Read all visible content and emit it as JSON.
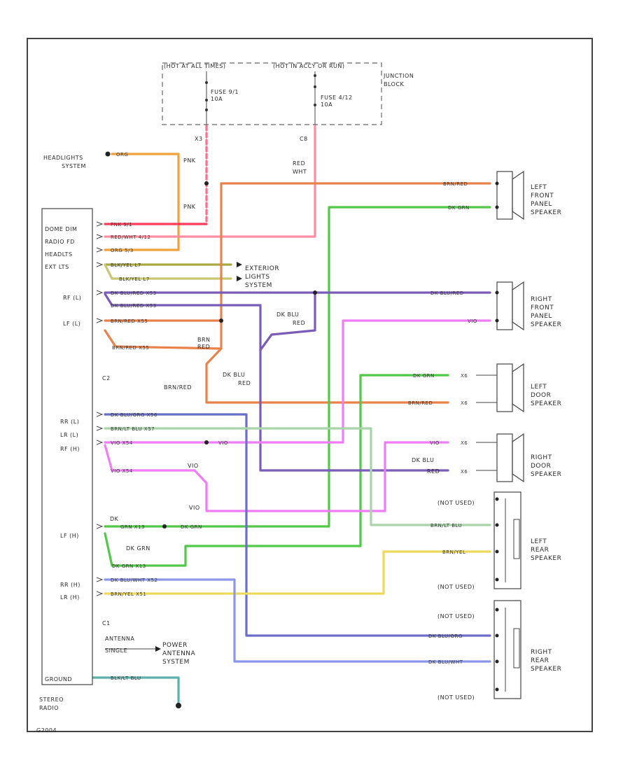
{
  "labels": {
    "junction_block": [
      "JUNCTION",
      "BLOCK"
    ],
    "junction_hot_left": "(HOT AT ALL TIMES)",
    "junction_hot_right": "(HOT IN ACCY OR RUN)",
    "fuse_left": [
      "FUSE 9/1",
      "10A"
    ],
    "fuse_right": [
      "FUSE 4/12",
      "10A"
    ],
    "connector_left": "X3",
    "connector_right": "C8",
    "headlights": [
      "HEADLIGHTS",
      "SYSTEM"
    ],
    "exterior_lights": [
      "EXTERIOR",
      "LIGHTS",
      "SYSTEM"
    ],
    "power_antenna": [
      "POWER",
      "ANTENNA",
      "SYSTEM"
    ],
    "antenna_single": [
      "ANTENNA",
      "SINGLE"
    ],
    "stereo_radio": [
      "STEREO",
      "RADIO"
    ],
    "radio_pins": [
      "DOME DIM",
      "RADIO FD",
      "HEADLTS",
      "EXT LTS"
    ],
    "pin_rf_top": "RF (L)",
    "pin_lf_top": "LF (L)",
    "c2": "C2",
    "pin_rr_l": "RR (L)",
    "pin_lr_l": "LR (L)",
    "pin_rf_h": "RF (H)",
    "pin_lf_h": "LF (H)",
    "pin_rr_h": "RR (H)",
    "pin_lr_h": "LR (H)",
    "c1": "C1",
    "ground": "GROUND",
    "pnk": "PNK",
    "red_wht": [
      "RED",
      "WHT"
    ],
    "brn_red_splice": [
      "BRN",
      "RED"
    ],
    "brn_red_vert": "BRN/RED",
    "dk_blu_red_upper": [
      "DK BLU",
      "RED"
    ],
    "dk_blu_red_lower": [
      "DK BLU",
      "RED"
    ],
    "dk_blu_red_door": [
      "DK BLU",
      "RED"
    ],
    "dk_grn_lbl": "DK GRN",
    "dk_lbl": "DK",
    "vio": "VIO",
    "not_used": "(NOT USED)",
    "wire_codes": {
      "pnk_h": "PNK  9/1",
      "redwht": "RED/WHT  4/12",
      "org": "ORG  5/3",
      "blkyel1": "BLK/YEL  L7",
      "blkyel2": "BLK/YEL  L7",
      "dkblured1": "DK BLU/RED  X53",
      "dkblured2": "DK BLU/RED  X53",
      "brnred1": "BRN/RED  X55",
      "brnred2": "BRN/RED  X55",
      "dkblu_org": "DK BLU/ORG  X56",
      "brnlt_blu": "BRN/LT BLU  X57",
      "vio1": "VIO  X54",
      "vio2": "VIO  X54",
      "vio3": "VIO",
      "grn1": "GRN  X13",
      "grn2": "DK GRN  X13",
      "grn3": "DK GRN",
      "dkbluwht": "DK BLU/WHT  X52",
      "brnyel": "BRN/YEL  X51",
      "blk_lt_blu": "BLK/LT BLU",
      "headlight_org": "ORG"
    },
    "speaker_wires": {
      "lf_brnred": "BRN/RED",
      "lf_dkgrn": "DK GRN",
      "rf_dkblured": "DK BLU/RED",
      "rf_vio": "VIO",
      "ld_dkgrn": "DK GRN",
      "ld_brnred": "BRN/RED",
      "rd_vio": "VIO",
      "lr_brnlt": "BRN/LT BLU",
      "lr_brnyel": "BRN/YEL",
      "rr_dkbluorg": "DK BLU/ORG",
      "rr_dkbluwht": "DK BLU/WHT",
      "x6_1": "X6",
      "x6_2": "X6",
      "x6_3": "X6",
      "x6_4": "X6"
    },
    "speakers": {
      "lf": [
        "LEFT",
        "FRONT",
        "PANEL",
        "SPEAKER"
      ],
      "rf": [
        "RIGHT",
        "FRONT",
        "PANEL",
        "SPEAKER"
      ],
      "ld": [
        "LEFT",
        "DOOR",
        "SPEAKER"
      ],
      "rd": [
        "RIGHT",
        "DOOR",
        "SPEAKER"
      ],
      "lr": [
        "LEFT",
        "REAR",
        "SPEAKER"
      ],
      "rr": [
        "RIGHT",
        "REAR",
        "SPEAKER"
      ]
    },
    "footer_code": "G2004"
  },
  "colors": {
    "org": "#f0a23a",
    "pnk": "#ff6f8d",
    "red": "#ff3a5a",
    "brn_red": "#e8824a",
    "grn": "#52c848",
    "dk_blu_red": "#7a5cb8",
    "vio": "#f07cf5",
    "blk_yel": "#a8a840",
    "yel": "#eed95a",
    "dk_blu_org": "#6a6ec8",
    "dk_blu_wht": "#8c96e8",
    "brn_lt_blu": "#a8d4a8",
    "blk_lt_blu": "#5db0a8"
  }
}
